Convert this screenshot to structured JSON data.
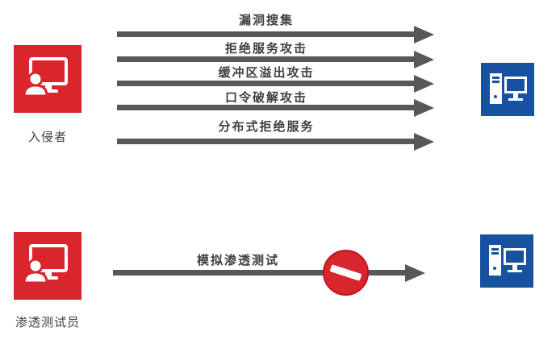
{
  "diagram": {
    "top": {
      "actor_label": "入侵者",
      "arrows": [
        {
          "label": "漏洞搜集"
        },
        {
          "label": "拒绝服务攻击"
        },
        {
          "label": "缓冲区溢出攻击"
        },
        {
          "label": "口令破解攻击"
        },
        {
          "label": "分布式拒绝服务"
        }
      ]
    },
    "bottom": {
      "actor_label": "渗透测试员",
      "arrow_label": "模拟渗透测试"
    },
    "colors": {
      "actor_red": "#d9262c",
      "computer_blue": "#17519f",
      "arrow_gray": "#58585a",
      "label_gray": "#3f3f3f"
    }
  }
}
